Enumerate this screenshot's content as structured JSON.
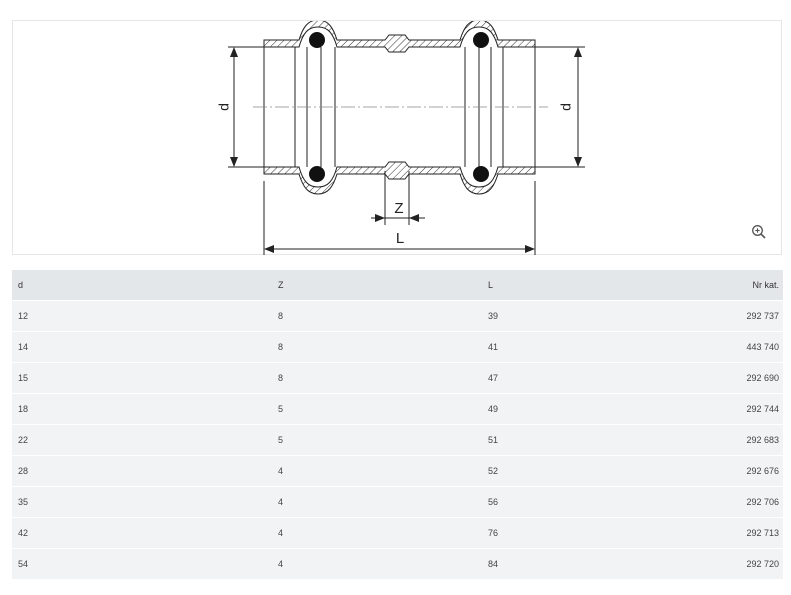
{
  "drawing": {
    "labels": {
      "d_left": "d",
      "d_right": "d",
      "z": "Z",
      "l": "L"
    },
    "zoom_icon": "zoom-in-icon"
  },
  "table": {
    "headers": [
      "d",
      "Z",
      "L",
      "Nr kat."
    ],
    "rows": [
      [
        "12",
        "8",
        "39",
        "292 737"
      ],
      [
        "14",
        "8",
        "41",
        "443 740"
      ],
      [
        "15",
        "8",
        "47",
        "292 690"
      ],
      [
        "18",
        "5",
        "49",
        "292 744"
      ],
      [
        "22",
        "5",
        "51",
        "292 683"
      ],
      [
        "28",
        "4",
        "52",
        "292 676"
      ],
      [
        "35",
        "4",
        "56",
        "292 706"
      ],
      [
        "42",
        "4",
        "76",
        "292 713"
      ],
      [
        "54",
        "4",
        "84",
        "292 720"
      ]
    ]
  },
  "colors": {
    "header_bg": "#e3e7e9",
    "row_bg": "#f2f3f4",
    "line": "#222222"
  }
}
